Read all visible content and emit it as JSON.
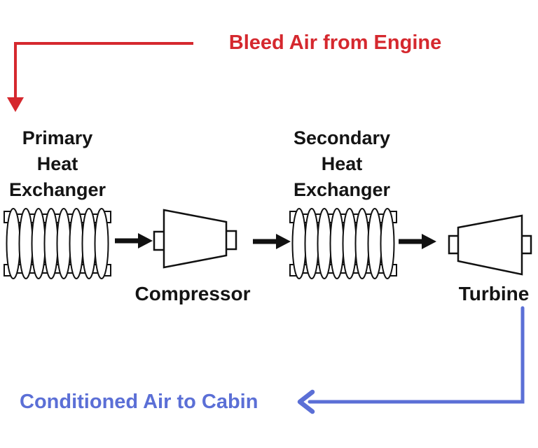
{
  "diagram": {
    "title": "Bleed Air from Engine",
    "output_label": "Conditioned Air to Cabin",
    "nodes": [
      {
        "id": "primary-heat-exchanger",
        "type": "heat-exchanger",
        "label": "Primary\nHeat\nExchanger"
      },
      {
        "id": "compressor",
        "type": "compressor",
        "label": "Compressor"
      },
      {
        "id": "secondary-heat-exchanger",
        "type": "heat-exchanger",
        "label": "Secondary\nHeat\nExchanger"
      },
      {
        "id": "turbine",
        "type": "turbine",
        "label": "Turbine"
      }
    ],
    "flow": [
      "Bleed Air from Engine",
      "Primary Heat Exchanger",
      "Compressor",
      "Secondary Heat Exchanger",
      "Turbine",
      "Conditioned Air to Cabin"
    ],
    "colors": {
      "bleed_air_red": "#d5282e",
      "conditioned_air_blue": "#5b6fd6",
      "component_black": "#111111"
    }
  }
}
